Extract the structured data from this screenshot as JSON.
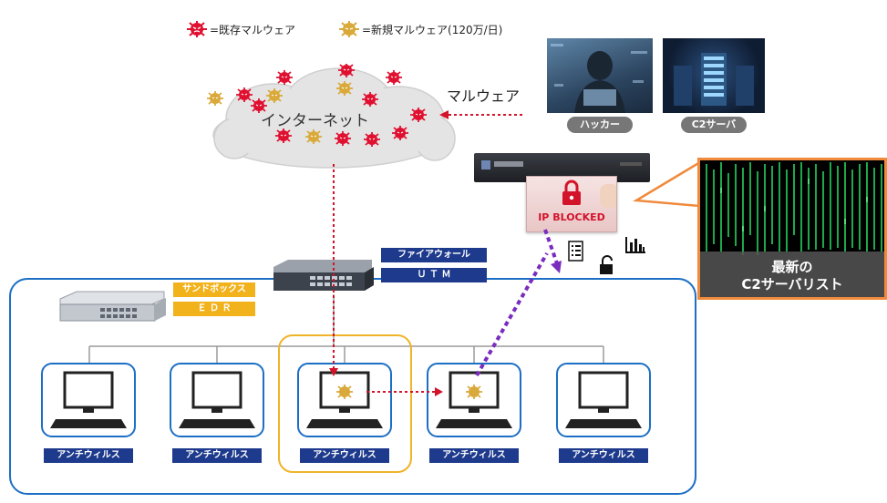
{
  "legend": {
    "existing_label": "=既存マルウェア",
    "new_label": "=新規マルウェア(120万/日)",
    "existing_color": "#e01030",
    "new_color": "#d9a93a"
  },
  "internet": {
    "label": "インターネット",
    "arrow_label": "マルウェア"
  },
  "threat_sources": {
    "hacker_label": "ハッカー",
    "c2_label": "C2サーバ"
  },
  "blocker": {
    "label": "IP BLOCKED"
  },
  "c2_list": {
    "line1": "最新の",
    "line2": "C2サーバリスト"
  },
  "security_tags": {
    "firewall": "ファイアウォール",
    "utm": "Ｕ Ｔ Ｍ",
    "sandbox": "サンドボックス",
    "edr": "Ｅ Ｄ Ｒ"
  },
  "endpoints": [
    {
      "label": "アンチウィルス",
      "infected": false
    },
    {
      "label": "アンチウィルス",
      "infected": false
    },
    {
      "label": "アンチウィルス",
      "infected": true
    },
    {
      "label": "アンチウィルス",
      "infected": true
    },
    {
      "label": "アンチウィルス",
      "infected": false
    }
  ],
  "colors": {
    "network_outline": "#1c6fc4",
    "highlight_outline": "#f0b429",
    "tag_blue": "#1e3a8c",
    "tag_orange": "#f2b21b",
    "red_arrow": "#d3132a",
    "purple_arrow": "#7a2cbf",
    "callout_orange": "#f08a3c"
  },
  "icons": [
    "virus-icon",
    "computer-icon",
    "document-list-icon",
    "unlock-icon",
    "bar-chart-icon",
    "padlock-icon",
    "network-switch-icon"
  ]
}
